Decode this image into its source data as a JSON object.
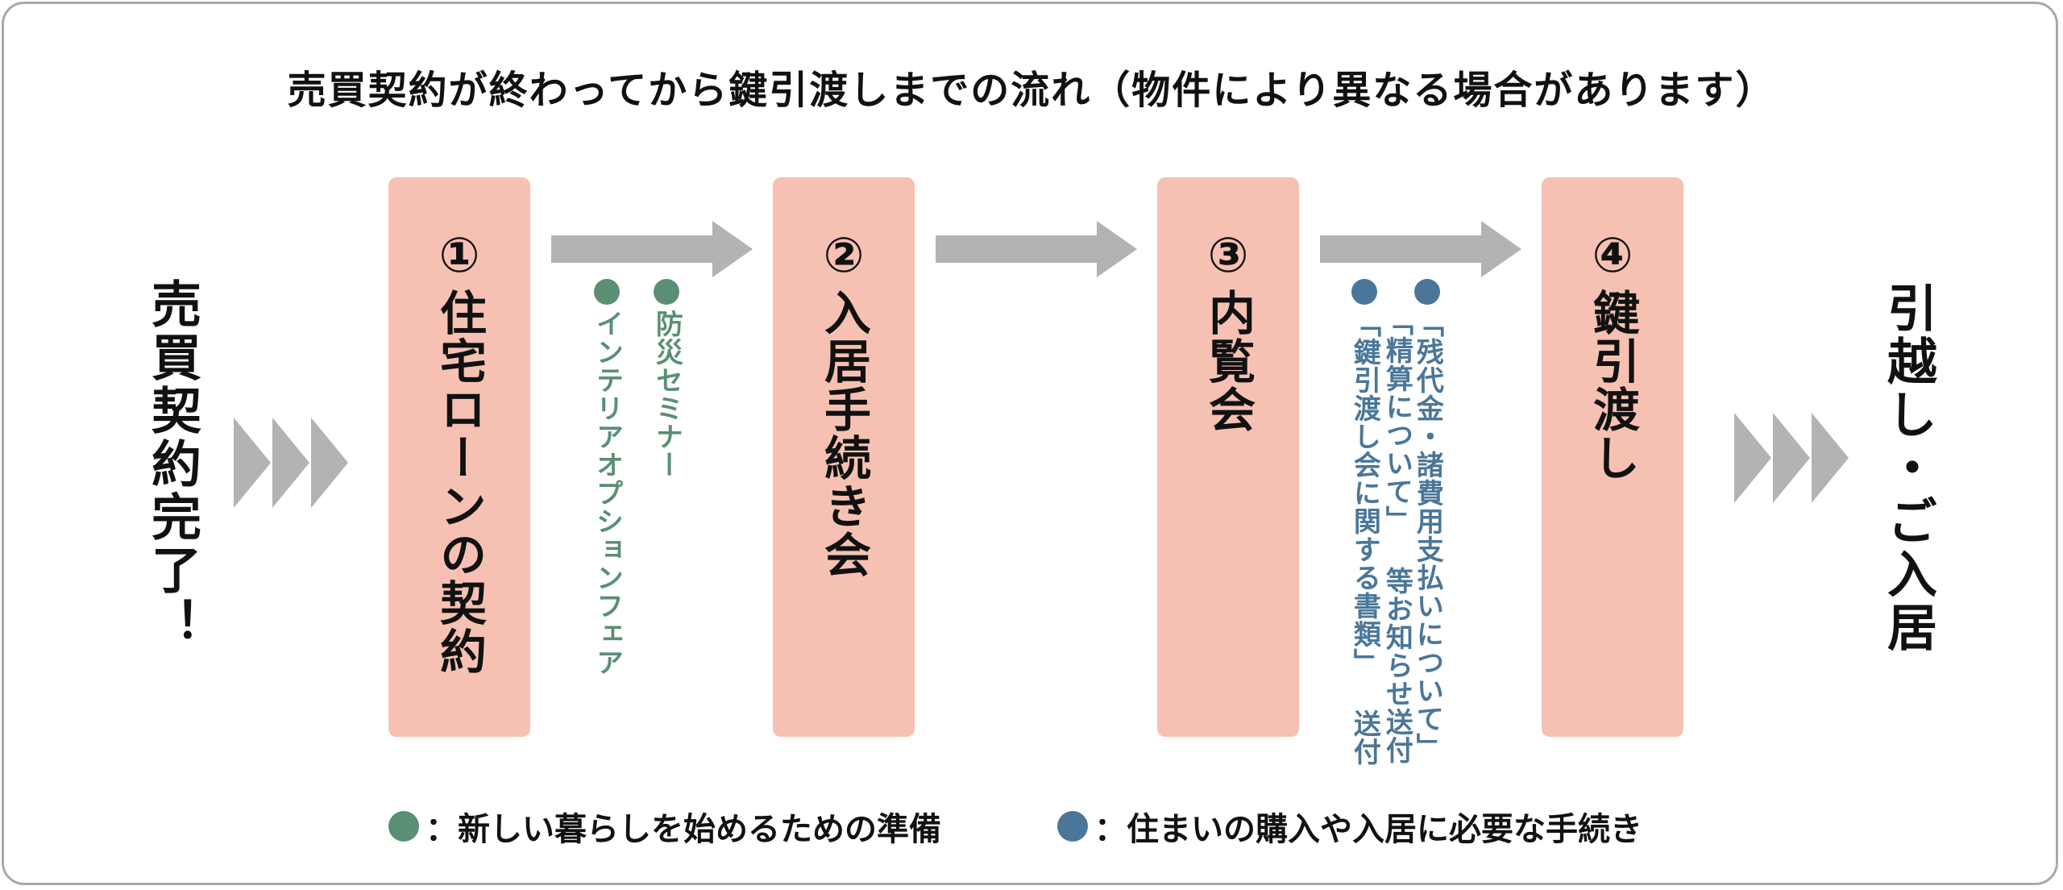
{
  "title": "売買契約が終わってから鍵引渡しまでの流れ（物件により異なる場合があります）",
  "start_label": "売買契約完了！",
  "end_label": "引越し・ご入居",
  "colors": {
    "step_fill": "#f6c1b3",
    "arrow": "#b3b3b3",
    "green": "#5a8f74",
    "blue": "#4a7799",
    "border": "#a9a9a9"
  },
  "steps": [
    {
      "number": "①",
      "label": "住宅ローンの契約"
    },
    {
      "number": "②",
      "label": "入居手続き会"
    },
    {
      "number": "③",
      "label": "内覧会"
    },
    {
      "number": "④",
      "label": "鍵引渡し"
    }
  ],
  "notes": {
    "after_step1": [
      {
        "category": "green",
        "text": "防災セミナー"
      },
      {
        "category": "green",
        "text": "インテリアオプションフェア"
      }
    ],
    "after_step3": [
      {
        "category": "blue",
        "line1": "「残代金・諸費用支払いについて」",
        "line2": "「精算について」 等お知らせ送付"
      },
      {
        "category": "blue",
        "text": "「鍵引渡し会に関する書類」 送付"
      }
    ]
  },
  "legend": [
    {
      "category": "green",
      "icon": "green-dot-icon",
      "text": "：新しい暮らしを始めるための準備"
    },
    {
      "category": "blue",
      "icon": "blue-dot-icon",
      "text": "：住まいの購入や入居に必要な手続き"
    }
  ]
}
